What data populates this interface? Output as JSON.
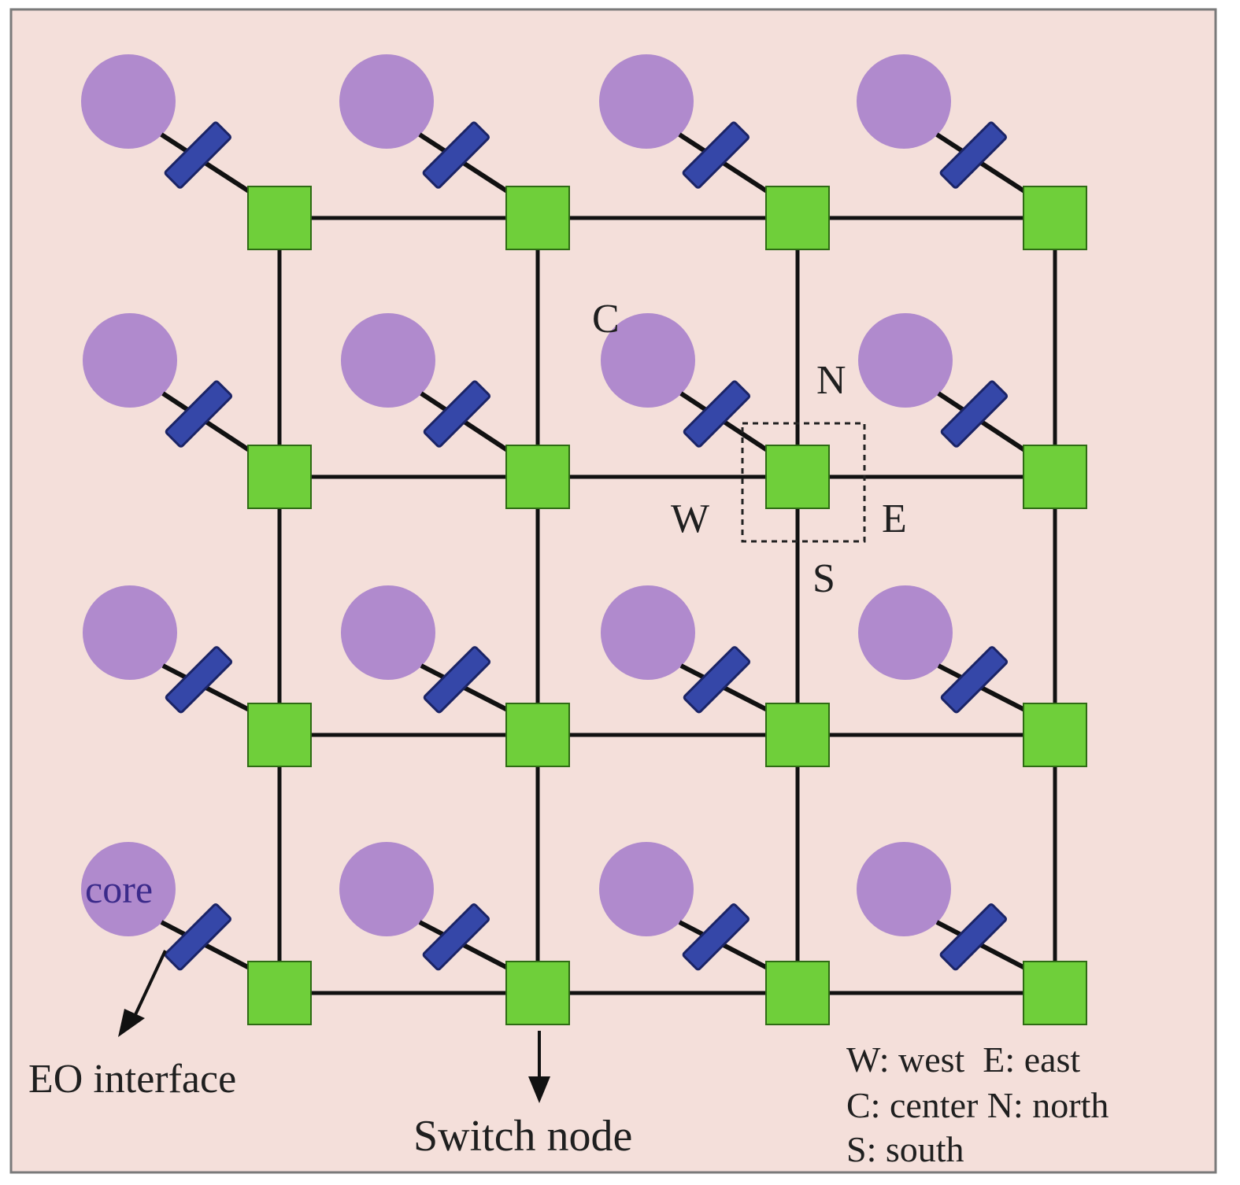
{
  "diagram": {
    "grid": {
      "rows": 4,
      "cols": 4
    },
    "colors": {
      "background": "#f4dfda",
      "frame": "#7a7a7a",
      "core": "#a982cc",
      "interface": "#3547a8",
      "interface_stroke": "#1b2466",
      "switch": "#6fcf3a",
      "switch_stroke": "#2e6b14",
      "link": "#111111"
    },
    "labels": {
      "core": "core",
      "eo_interface": "EO interface",
      "switch_node": "Switch node",
      "center": "C",
      "north": "N",
      "west": "W",
      "east": "E",
      "south": "S"
    },
    "legend": [
      "W: west  E: east",
      "C: center N: north",
      "S: south"
    ]
  }
}
